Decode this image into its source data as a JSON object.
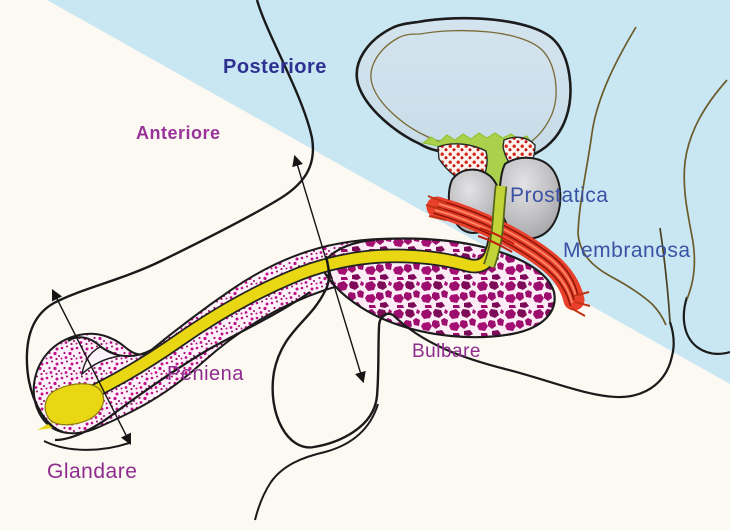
{
  "diagram": {
    "labels": {
      "posteriore": {
        "text": "Posteriore",
        "color": "#2e3192",
        "style": "bold"
      },
      "anteriore": {
        "text": "Anteriore",
        "color": "#993399",
        "style": "bold"
      },
      "prostatica": {
        "text": "Prostatica",
        "color": "#3a52a3",
        "style": "regular"
      },
      "membranosa": {
        "text": "Membranosa",
        "color": "#3a52a3",
        "style": "regular"
      },
      "bulbare": {
        "text": "Bulbare",
        "color": "#8f2b8f",
        "style": "regular"
      },
      "peniena": {
        "text": "Peniena",
        "color": "#8f2b8f",
        "style": "regular"
      },
      "glandare": {
        "text": "Glandare",
        "color": "#8f2b8f",
        "style": "regular"
      }
    },
    "colors": {
      "background_anterior": "#fbf9f2",
      "background_posterior": "#c9e7f3",
      "bladder_fill": "#cddfea",
      "bladder_neck_green": "#abd14c",
      "urethra_yellow": "#ead713",
      "membranous_channel_green": "#c2d338",
      "spongiosum_magenta": "#c0108a",
      "bulb_magenta": "#9c0d6e",
      "muscle_red": "#e8402a",
      "muscle_stripe_dark": "#8e1408",
      "prostate_gray": "#b9babc",
      "gland_dots_red": "#d5281b",
      "outline_black": "#1a1a1a",
      "thin_line_olive": "#6b5b2a"
    },
    "icons": {
      "glans_arrow": "double-headed-arrow",
      "shaft_arrow": "double-headed-arrow"
    }
  }
}
